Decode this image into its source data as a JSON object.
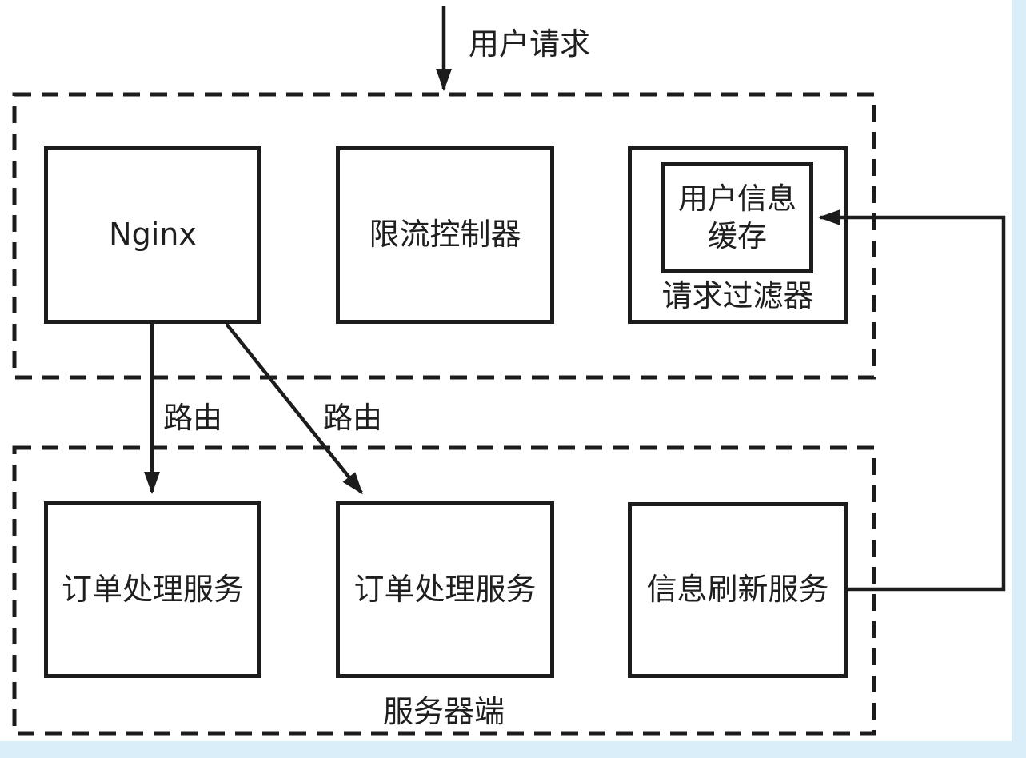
{
  "diagram": {
    "title_hint": "nginx-load-balancing-architecture",
    "colors": {
      "line": "#1c1c1c",
      "background": "#ffffff",
      "edge_strip": "#d9eef9"
    },
    "labels": {
      "user_request": "用户请求",
      "route_left": "路由",
      "route_right": "路由",
      "server_side": "服务器端"
    },
    "nodes": {
      "nginx": {
        "label": "Nginx"
      },
      "rate_limiter": {
        "label": "限流控制器"
      },
      "request_filter": {
        "label": "请求过滤器"
      },
      "user_info_cache": {
        "label_line1": "用户信息",
        "label_line2": "缓存"
      },
      "order_service_left": {
        "label": "订单处理服务"
      },
      "order_service_middle": {
        "label": "订单处理服务"
      },
      "info_refresh_service": {
        "label": "信息刷新服务"
      }
    }
  }
}
